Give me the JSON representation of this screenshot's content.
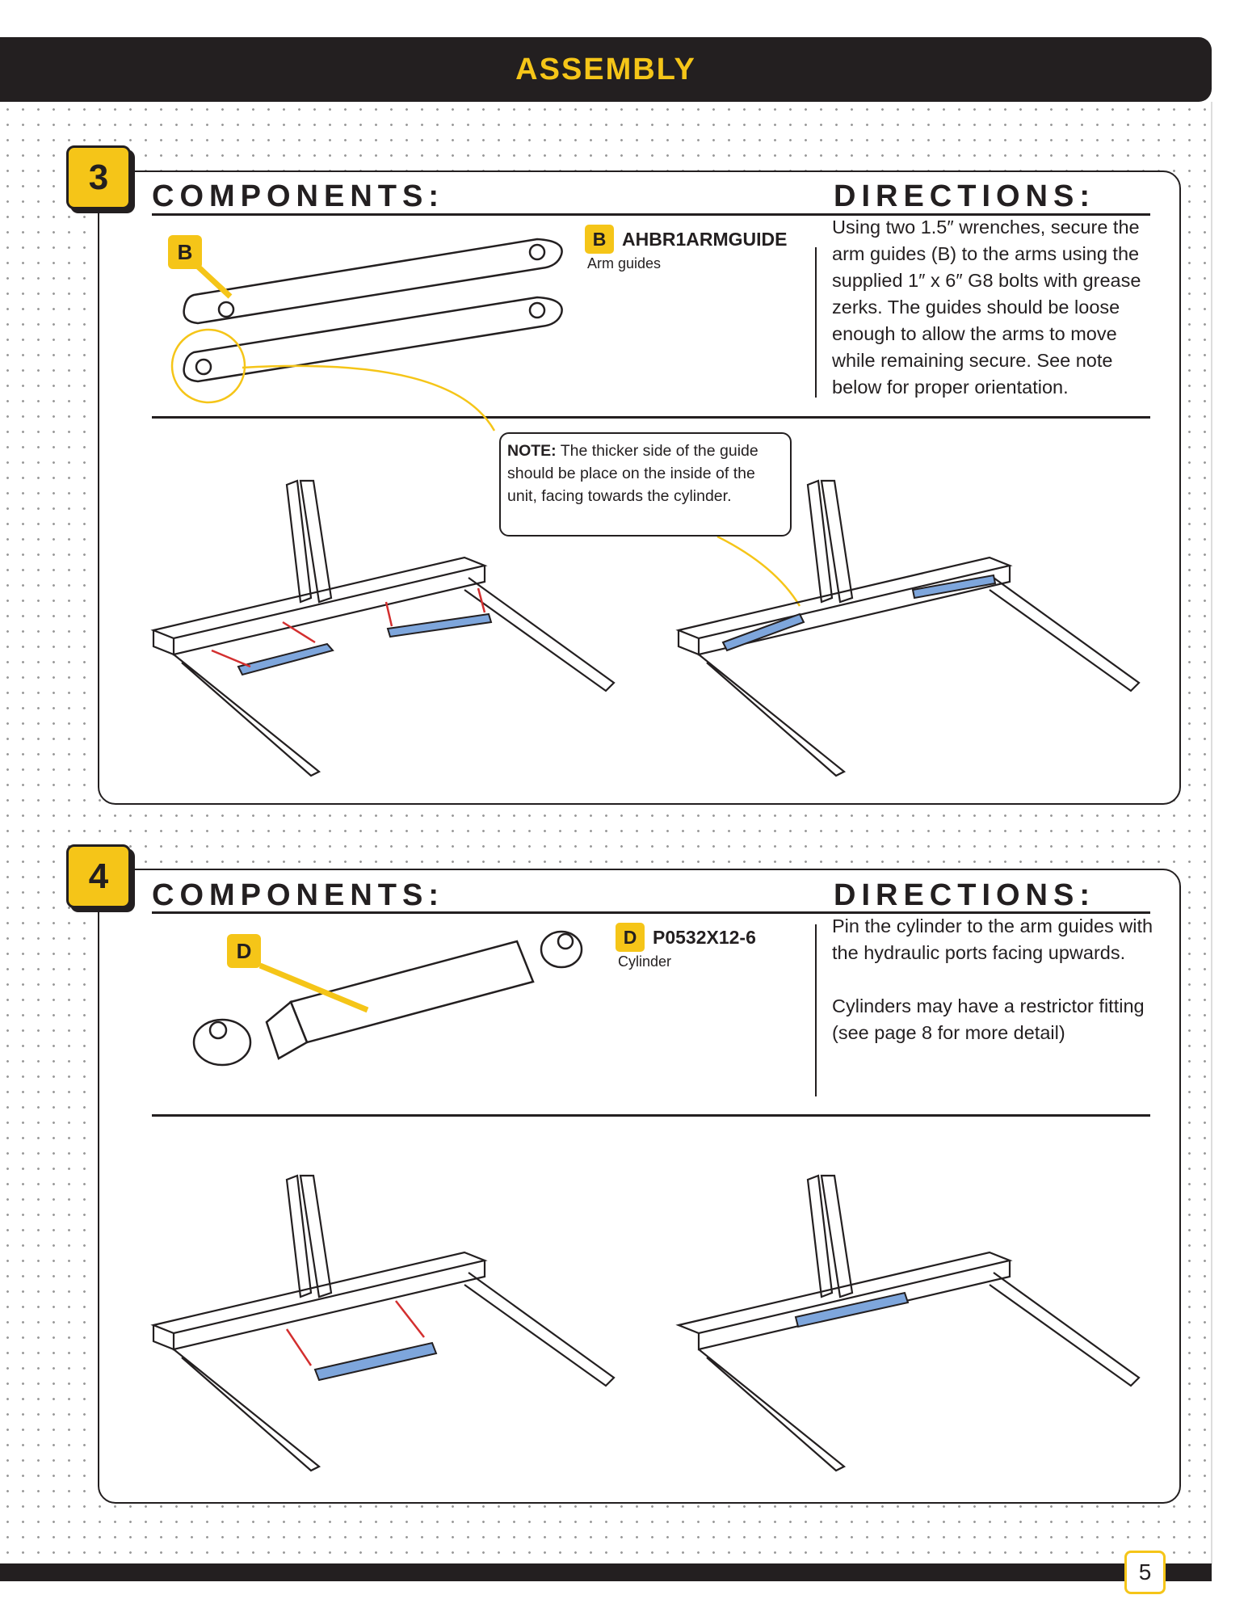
{
  "header": {
    "title": "ASSEMBLY"
  },
  "steps": [
    {
      "number": "3",
      "components_heading": "COMPONENTS:",
      "directions_heading": "DIRECTIONS:",
      "part": {
        "letter": "B",
        "code": "AHBR1ARMGUIDE",
        "description": "Arm guides"
      },
      "callout": "B",
      "directions": "Using two 1.5″ wrenches, secure the arm guides (B) to the arms using the supplied 1″ x 6″ G8 bolts with grease zerks. The guides should be loose enough to allow the arms to move while remaining secure. See note below for proper orientation.",
      "note": {
        "label": "NOTE:",
        "text": " The thicker side of the guide should be place on the inside of the unit, facing towards the cylinder."
      }
    },
    {
      "number": "4",
      "components_heading": "COMPONENTS:",
      "directions_heading": "DIRECTIONS:",
      "part": {
        "letter": "D",
        "code": "P0532X12-6",
        "description": "Cylinder"
      },
      "callout": "D",
      "directions": [
        "Pin the cylinder to the arm guides with the hydraulic ports facing upwards.",
        "Cylinders may have a restrictor fitting (see page 8 for more detail)"
      ]
    }
  ],
  "colors": {
    "accent": "#f5c518",
    "dark": "#231f20",
    "part_highlight": "#7ea6dc",
    "arrow": "#d32f2f"
  },
  "footer": {
    "page_number": "5"
  }
}
